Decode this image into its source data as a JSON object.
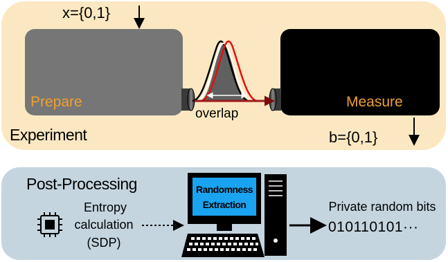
{
  "experiment": {
    "title": "Experiment",
    "input_label": "x={0,1}",
    "output_label": "b={0,1}",
    "prepare_label": "Prepare",
    "measure_label": "Measure",
    "overlap_label": "overlap",
    "colors": {
      "panel": "#fbe8c2",
      "prepare_box": "#767676",
      "measure_box": "#000000",
      "box_text": "#f0a030",
      "beam": "#9e1a1a",
      "curve_red": "#e01010"
    }
  },
  "post_processing": {
    "title": "Post-Processing",
    "entropy_label_line1": "Entropy",
    "entropy_label_line2": "calculation",
    "entropy_label_line3": "(SDP)",
    "extraction_label_line1": "Randomness",
    "extraction_label_line2": "Extraction",
    "output_title": "Private random bits",
    "output_bits": "010110101···",
    "icons": [
      "cpu-chip-icon",
      "computer-icon"
    ],
    "colors": {
      "panel": "#c4d5e0",
      "screen": "#1aa3f0"
    }
  }
}
